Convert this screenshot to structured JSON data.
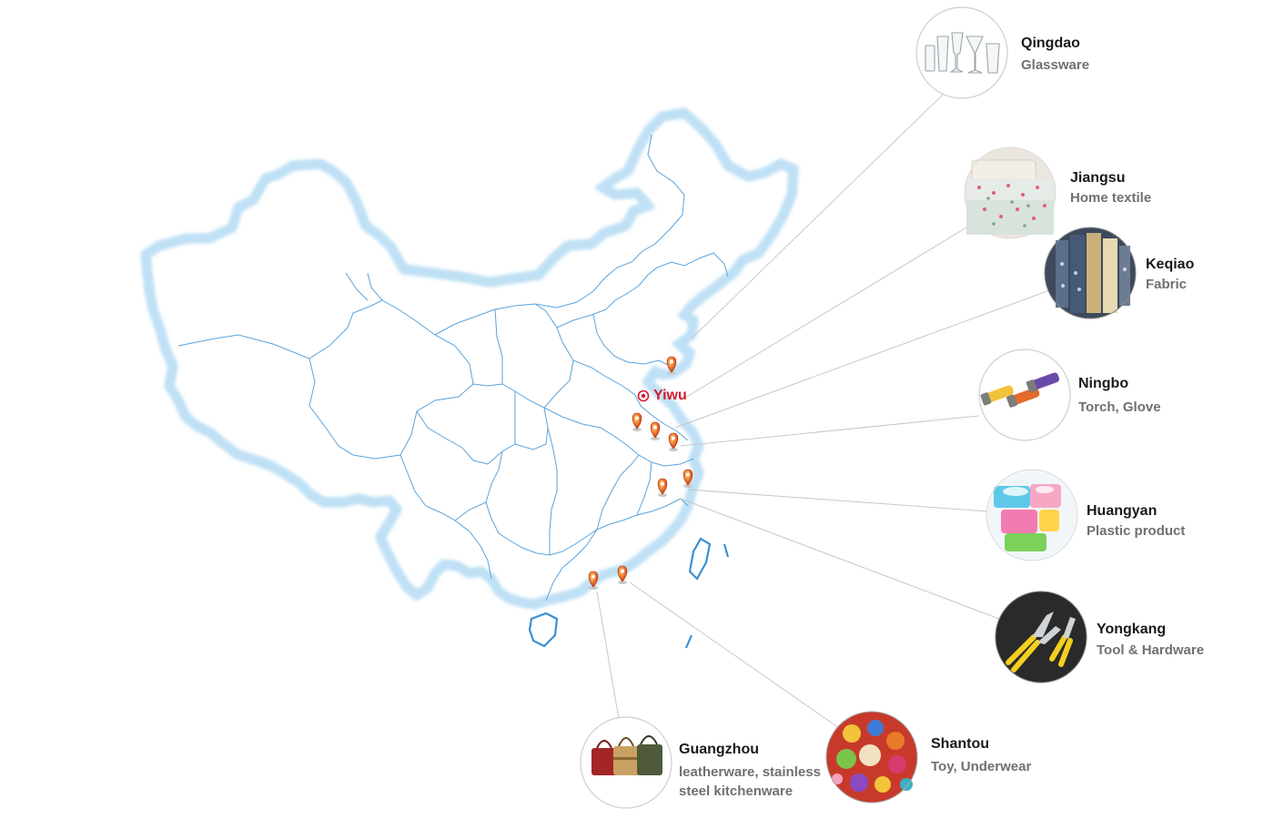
{
  "hub": {
    "label": "Yiwu",
    "color": "#d41c2c"
  },
  "map": {
    "border_color": "#3d8fd1",
    "glow_color": "#bfe0f5",
    "line_color": "#c8c8c8",
    "pin_color": "#e9562f"
  },
  "sources": [
    {
      "city": "Qingdao",
      "product": "Glassware",
      "icon": "glassware-icon"
    },
    {
      "city": "Jiangsu",
      "product": "Home textile",
      "icon": "bedding-icon"
    },
    {
      "city": "Keqiao",
      "product": "Fabric",
      "icon": "fabric-rolls-icon"
    },
    {
      "city": "Ningbo",
      "product": "Torch, Glove",
      "icon": "torch-icon"
    },
    {
      "city": "Huangyan",
      "product": "Plastic product",
      "icon": "plastic-containers-icon"
    },
    {
      "city": "Yongkang",
      "product": "Tool & Hardware",
      "icon": "pliers-icon"
    },
    {
      "city": "Shantou",
      "product": "Toy, Underwear",
      "icon": "toys-icon"
    },
    {
      "city": "Guangzhou",
      "product_lines": [
        "leatherware, stainless",
        "steel kitchenware"
      ],
      "icon": "handbags-icon"
    }
  ]
}
